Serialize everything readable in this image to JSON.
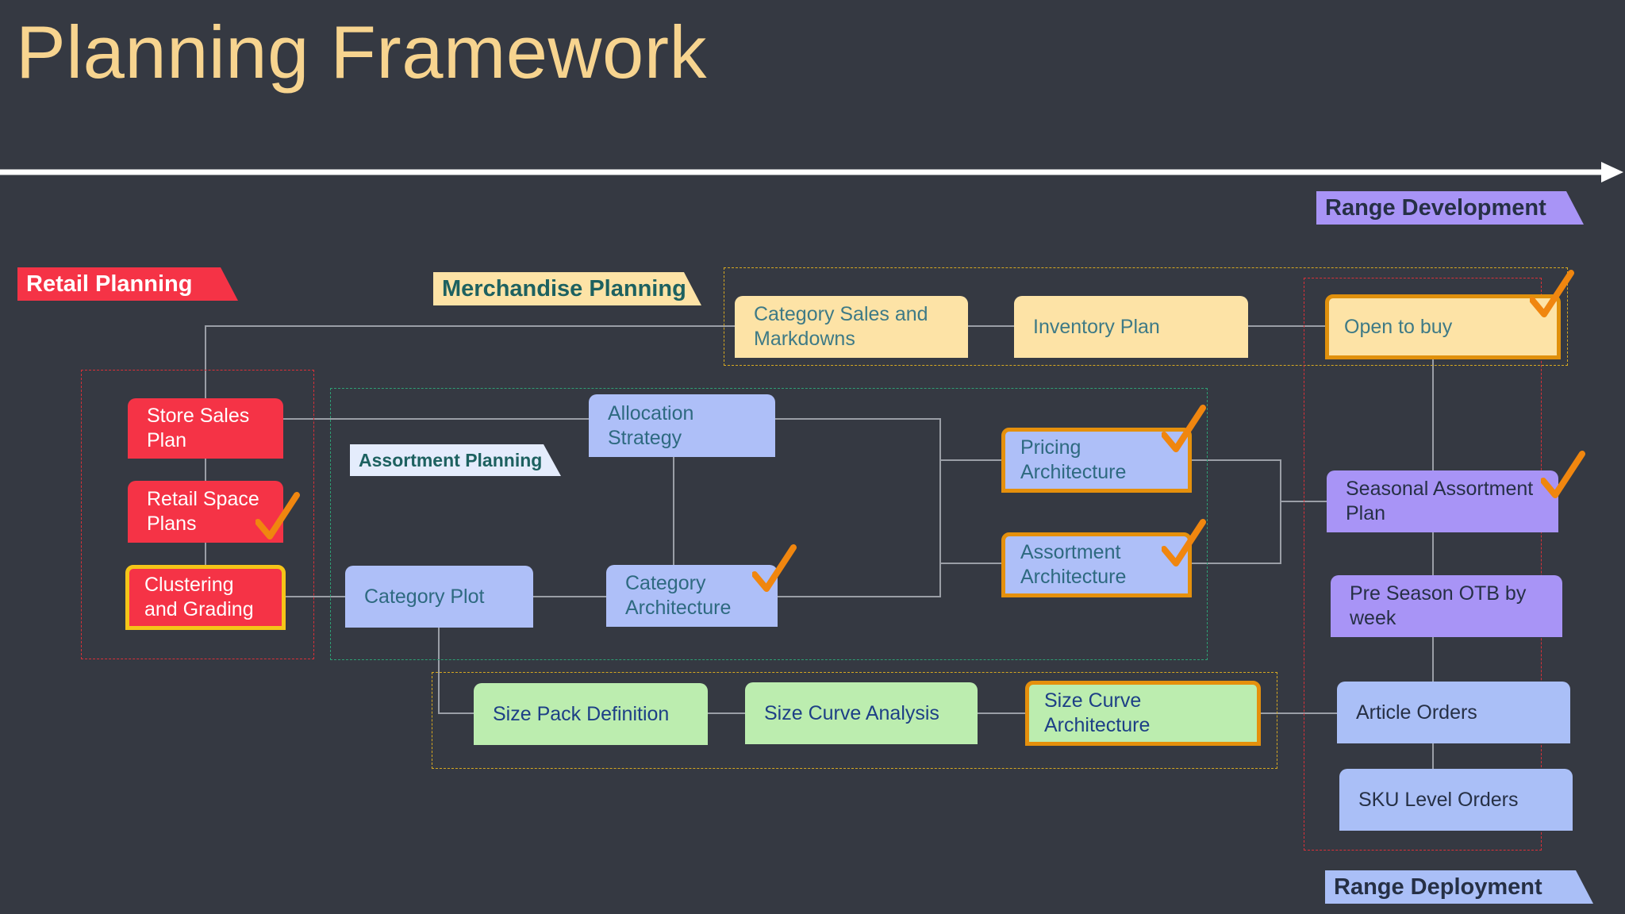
{
  "title": "Planning Framework",
  "colors": {
    "background": "#353942",
    "title": "#f7d48f",
    "retail": "#f53346",
    "merchandise": "#fde3a6",
    "assortment": "#aebff8",
    "size": "#bcedaf",
    "range_development": "#a894f6",
    "range_deployment": "#aabff7",
    "highlight_border": "#e5900c",
    "check_mark": "#f0860f",
    "connector": "#9a9ea6"
  },
  "timeline_arrow": {
    "icon": "arrow-right-icon"
  },
  "sections": {
    "retail_planning": "Retail Planning",
    "merchandise_planning": "Merchandise Planning",
    "assortment_planning": "Assortment Planning",
    "range_development": "Range Development",
    "range_deployment": "Range Deployment"
  },
  "nodes": {
    "store_sales_plan": "Store Sales\nPlan",
    "retail_space_plans": "Retail Space\nPlans",
    "clustering_and_grading": "Clustering\nand Grading",
    "category_sales_markdowns": "Category Sales and\nMarkdowns",
    "inventory_plan": "Inventory Plan",
    "open_to_buy": "Open to buy",
    "allocation_strategy": "Allocation\nStrategy",
    "pricing_architecture": "Pricing\nArchitecture",
    "assortment_architecture": "Assortment\nArchitecture",
    "category_plot": "Category Plot",
    "category_architecture": "Category\nArchitecture",
    "seasonal_assortment_plan": "Seasonal Assortment\nPlan",
    "pre_season_otb_by_week": "Pre Season OTB by\nweek",
    "size_pack_definition": "Size Pack Definition",
    "size_curve_analysis": "Size Curve Analysis",
    "size_curve_architecture": "Size Curve\nArchitecture",
    "article_orders": "Article Orders",
    "sku_level_orders": "SKU Level Orders"
  },
  "completed_icon": "check-mark-icon",
  "completed_steps": [
    "Retail Space Plans",
    "Open to buy",
    "Pricing Architecture",
    "Assortment Architecture",
    "Category Architecture",
    "Seasonal Assortment Plan"
  ]
}
